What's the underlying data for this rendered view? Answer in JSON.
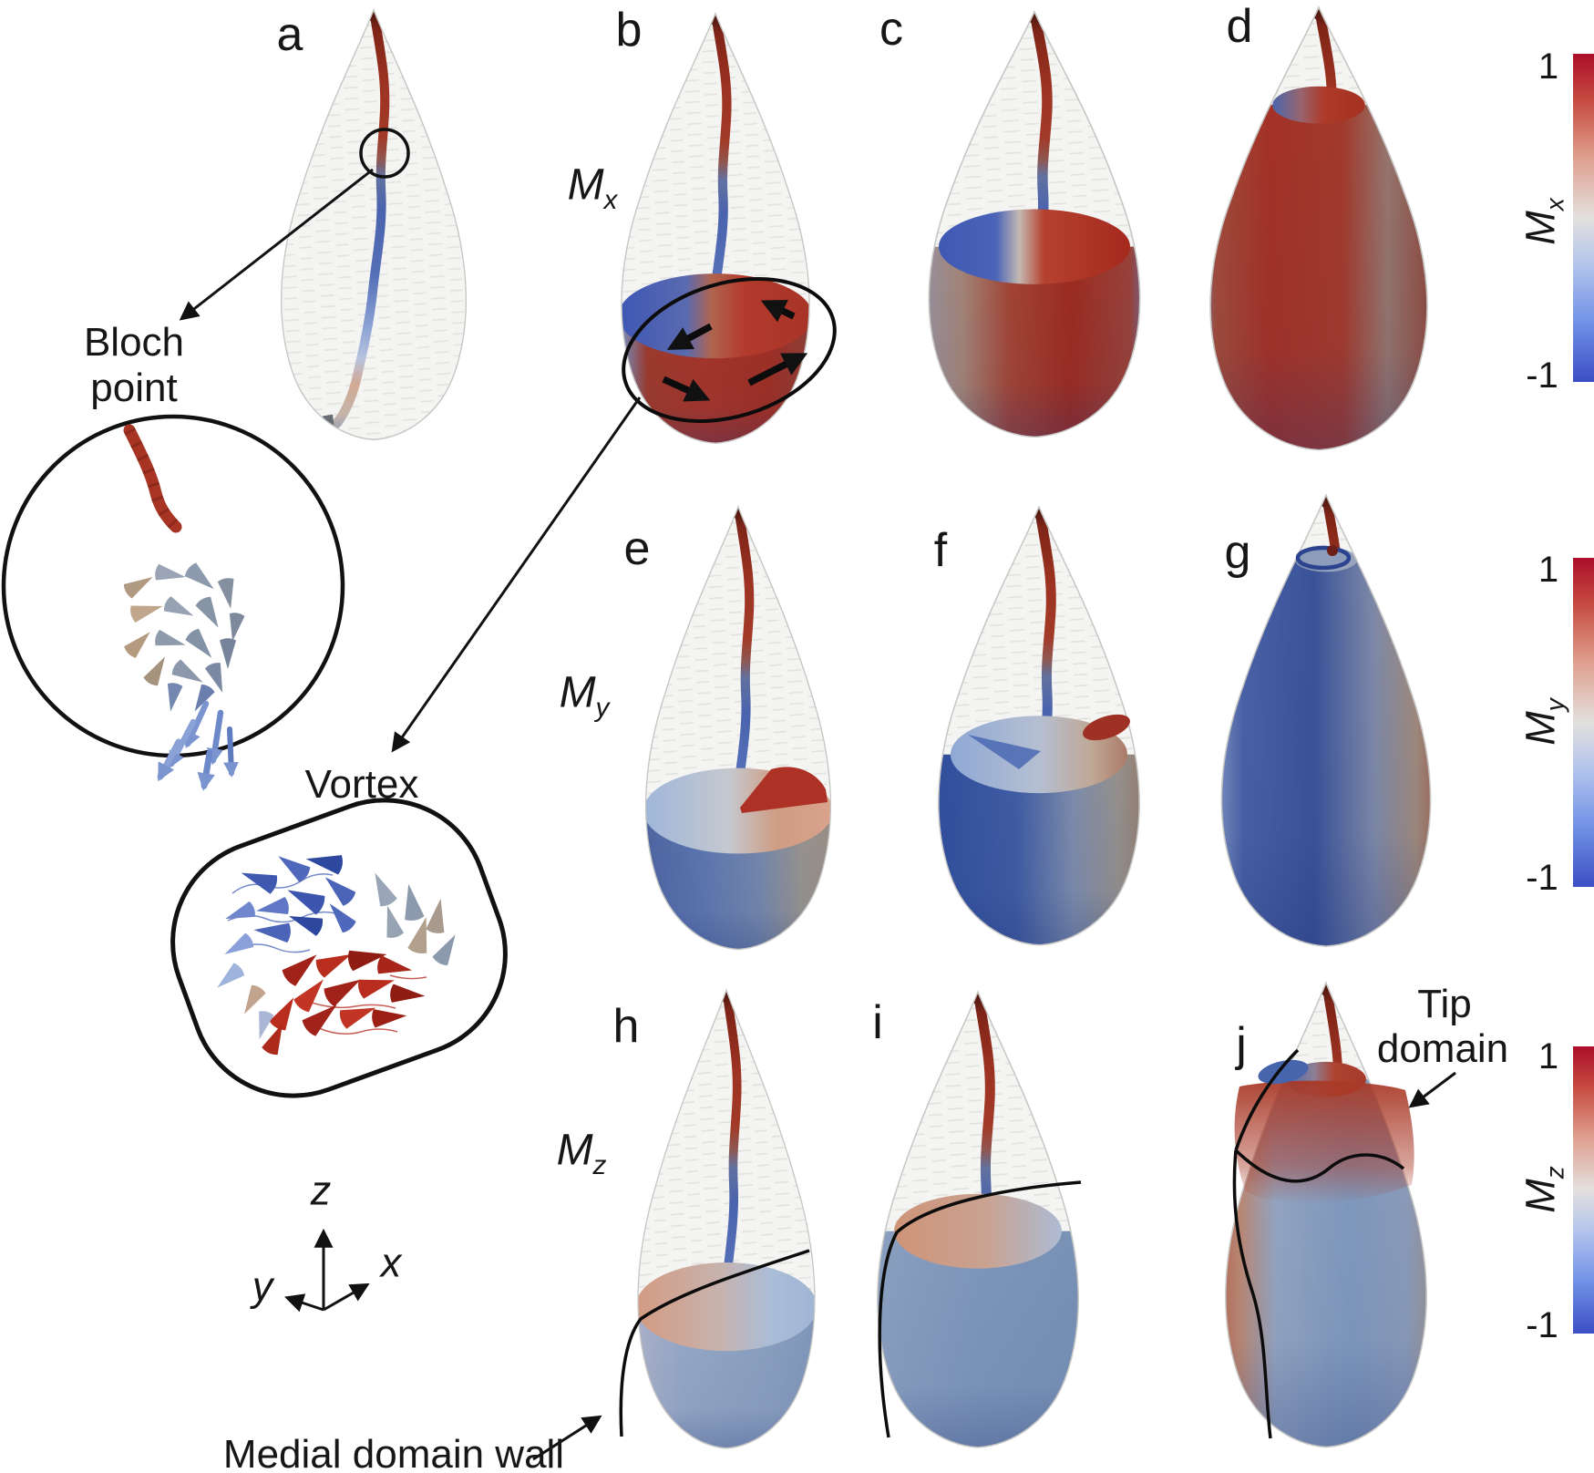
{
  "panels": {
    "a": "a",
    "b": "b",
    "c": "c",
    "d": "d",
    "e": "e",
    "f": "f",
    "g": "g",
    "h": "h",
    "i": "i",
    "j": "j"
  },
  "rows": [
    {
      "main": "M",
      "sub": "x"
    },
    {
      "main": "M",
      "sub": "y"
    },
    {
      "main": "M",
      "sub": "z"
    }
  ],
  "colorbars": [
    {
      "title_main": "M",
      "title_sub": "x",
      "max": "1",
      "min": "-1"
    },
    {
      "title_main": "M",
      "title_sub": "y",
      "max": "1",
      "min": "-1"
    },
    {
      "title_main": "M",
      "title_sub": "z",
      "max": "1",
      "min": "-1"
    }
  ],
  "annotations": {
    "bloch_line1": "Bloch",
    "bloch_line2": "point",
    "vortex": "Vortex",
    "tip_line1": "Tip",
    "tip_line2": "domain",
    "medial": "Medial domain wall"
  },
  "axes": {
    "x": "x",
    "y": "y",
    "z": "z"
  },
  "colormap": {
    "range_max": 1,
    "range_min": -1,
    "max_color": "#b40426",
    "mid_color": "#dedcdb",
    "min_color": "#3b4cc0",
    "annotation_color": "#111111"
  }
}
